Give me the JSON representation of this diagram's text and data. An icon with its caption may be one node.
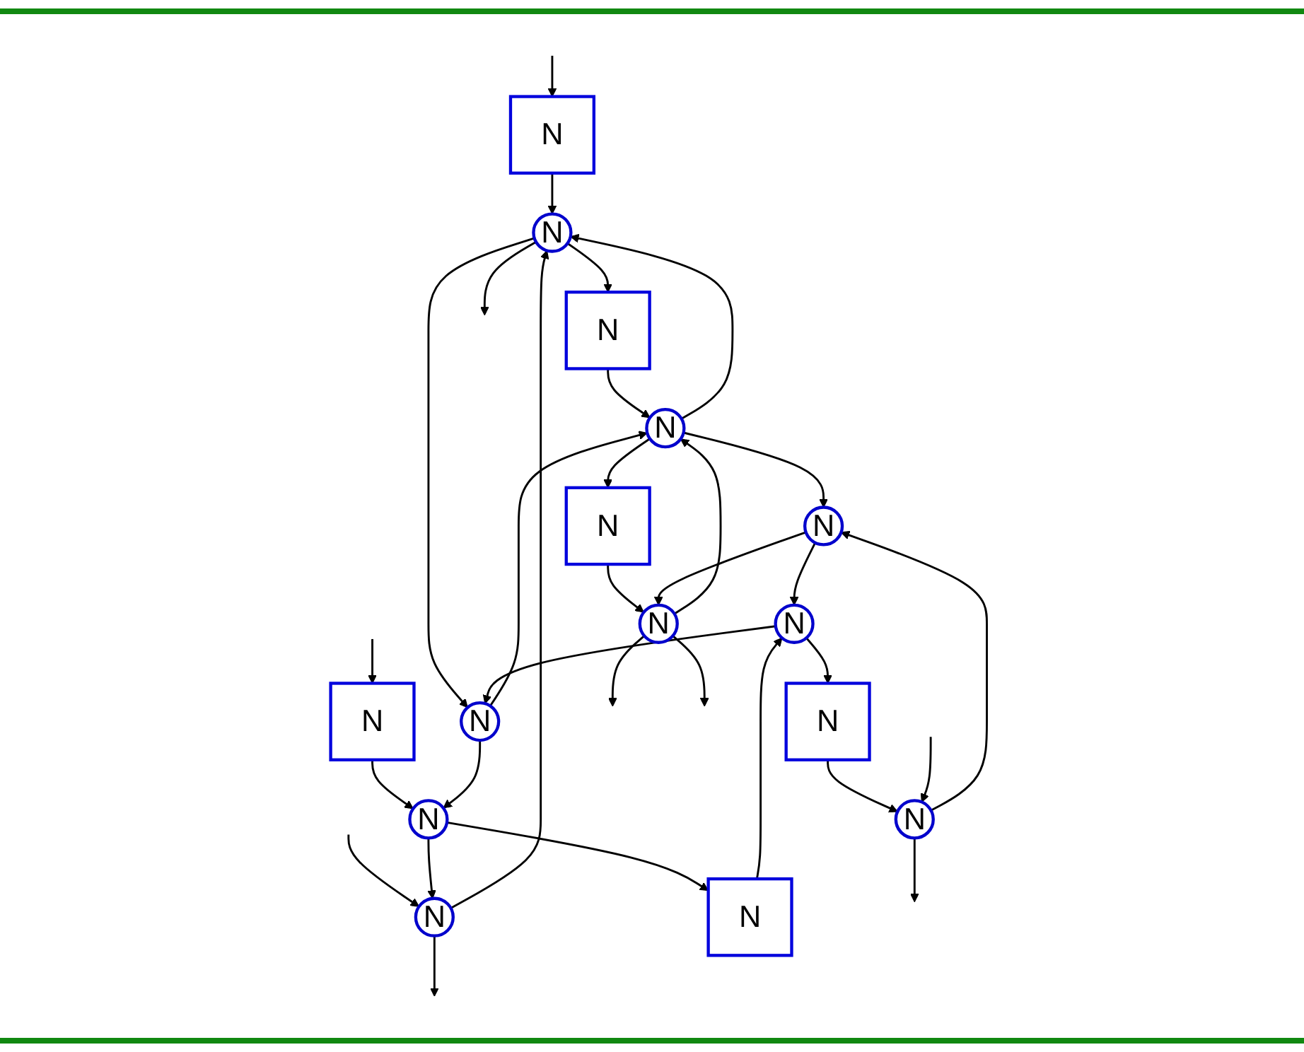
{
  "diagram": {
    "nodes": [
      {
        "text": [
          "N"
        ]
      },
      {
        "text": [
          "N"
        ]
      },
      {
        "text": [
          "N"
        ]
      },
      {
        "text": [
          "N"
        ]
      },
      {
        "text": [
          "N"
        ]
      },
      {
        "text": [
          "N"
        ]
      },
      {
        "text": [
          "N"
        ]
      },
      {
        "text": [
          "N"
        ]
      },
      {
        "text": [
          "N"
        ]
      },
      {
        "text": [
          "N"
        ]
      },
      {
        "text": [
          "N"
        ]
      },
      {
        "text": [
          "N"
        ]
      },
      {
        "text": [
          "N"
        ]
      },
      {
        "text": [
          "N"
        ]
      },
      {
        "text": [
          "N"
        ]
      }
    ],
    "edges": [
      {
        "from": null,
        "to": 0,
        "arrow": "to"
      },
      {
        "from": 3,
        "to": null,
        "arrow": "to"
      },
      {
        "from": null,
        "to": 1,
        "arrow": "to"
      },
      {
        "from": 1,
        "to": null,
        "arrow": "to"
      },
      {
        "from": null,
        "to": 2,
        "arrow": "to"
      },
      {
        "from": 0,
        "to": 3,
        "arrow": "to"
      },
      {
        "from": 1,
        "to": 3,
        "arrow": "to"
      },
      {
        "from": 4,
        "to": 1,
        "arrow": "to"
      },
      {
        "from": 2,
        "to": 4,
        "arrow": "to"
      },
      {
        "from": 3,
        "to": 5,
        "arrow": "to"
      },
      {
        "from": 3,
        "to": 6,
        "arrow": "to"
      },
      {
        "from": 6,
        "to": 4,
        "arrow": "to"
      },
      {
        "from": 4,
        "to": 7,
        "arrow": "to"
      },
      {
        "from": 8,
        "to": 3,
        "arrow": "to"
      },
      {
        "from": 5,
        "to": 8,
        "arrow": "to"
      },
      {
        "from": 6,
        "to": 8,
        "arrow": "to"
      },
      {
        "from": 9,
        "to": 6,
        "arrow": "to"
      },
      {
        "from": 7,
        "to": 9,
        "arrow": "to"
      },
      {
        "from": 8,
        "to": 10,
        "arrow": "to"
      },
      {
        "from": 8,
        "to": 11,
        "arrow": "to"
      },
      {
        "from": 11,
        "to": 9,
        "arrow": "to"
      },
      {
        "from": 9,
        "to": 12,
        "arrow": "to"
      },
      {
        "from": 13,
        "to": 8,
        "arrow": "to"
      },
      {
        "from": 10,
        "to": 13,
        "arrow": "to"
      },
      {
        "from": 11,
        "to": 13,
        "arrow": "to"
      },
      {
        "from": 14,
        "to": 11,
        "arrow": "to"
      },
      {
        "from": 12,
        "to": 14,
        "arrow": "to"
      },
      {
        "from": 13,
        "to": null,
        "arrow": "to"
      },
      {
        "from": 13,
        "to": null,
        "arrow": "to"
      },
      {
        "from": null,
        "to": 14,
        "arrow": "to"
      },
      {
        "from": 14,
        "to": null,
        "arrow": "to"
      }
    ]
  }
}
